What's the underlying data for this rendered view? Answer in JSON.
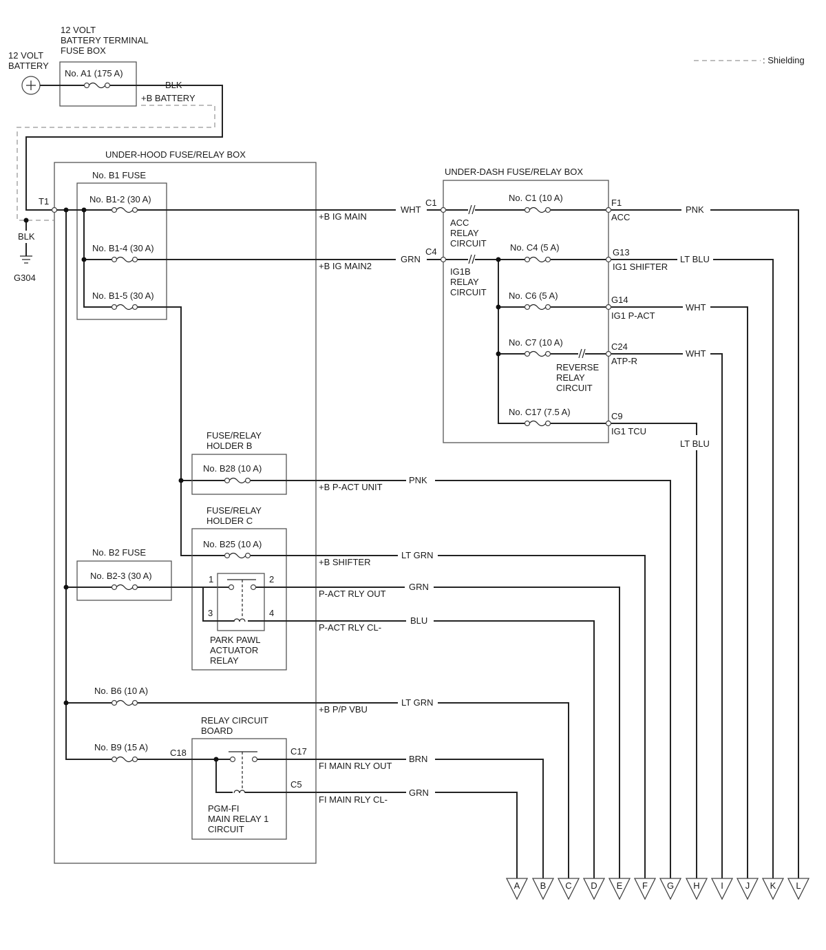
{
  "battery": {
    "label_line1": "12 VOLT",
    "label_line2": "BATTERY"
  },
  "terminal_box": {
    "line1": "12 VOLT",
    "line2": "BATTERY TERMINAL",
    "line3": "FUSE BOX",
    "fuse": "No. A1 (175 A)"
  },
  "battery_wire": {
    "color": "BLK",
    "circuit": "+B BATTERY"
  },
  "legend": {
    "shielding": ": Shielding"
  },
  "ground": {
    "wire_color": "BLK",
    "id": "G304"
  },
  "connector_t1": "T1",
  "underhood": {
    "title": "UNDER-HOOD FUSE/RELAY BOX",
    "b1_fuse_title": "No. B1 FUSE",
    "fuse_b1_2": "No. B1-2 (30 A)",
    "fuse_b1_4": "No. B1-4 (30 A)",
    "fuse_b1_5": "No. B1-5 (30 A)",
    "b2_fuse_title": "No. B2 FUSE",
    "fuse_b2_3": "No. B2-3 (30 A)",
    "holder_b_line1": "FUSE/RELAY",
    "holder_b_line2": "HOLDER B",
    "fuse_b28": "No. B28 (10 A)",
    "holder_c_line1": "FUSE/RELAY",
    "holder_c_line2": "HOLDER C",
    "fuse_b25": "No. B25 (10 A)",
    "relay_pins": [
      "1",
      "2",
      "3",
      "4"
    ],
    "park_pawl_line1": "PARK PAWL",
    "park_pawl_line2": "ACTUATOR",
    "park_pawl_line3": "RELAY",
    "fuse_b6": "No. B6 (10 A)",
    "relay_board_line1": "RELAY CIRCUIT",
    "relay_board_line2": "BOARD",
    "fuse_b9": "No. B9 (15 A)",
    "c18": "C18",
    "c17": "C17",
    "c5": "C5",
    "pgm_line1": "PGM-FI",
    "pgm_line2": "MAIN RELAY 1",
    "pgm_line3": "CIRCUIT"
  },
  "circuits": {
    "ig_main": "+B IG MAIN",
    "ig_main2": "+B IG MAIN2",
    "p_act_unit": "+B P-ACT UNIT",
    "shifter": "+B SHIFTER",
    "p_act_rly_out": "P-ACT RLY OUT",
    "p_act_rly_cl": "P-ACT RLY CL-",
    "pp_vbu": "+B P/P VBU",
    "fi_main_rly_out": "FI MAIN RLY OUT",
    "fi_main_rly_cl": "FI MAIN RLY CL-"
  },
  "wire_colors": {
    "ig_main": "WHT",
    "ig_main2": "GRN",
    "p_act_unit": "PNK",
    "shifter": "LT GRN",
    "p_act_rly_out": "GRN",
    "p_act_rly_cl": "BLU",
    "pp_vbu": "LT GRN",
    "fi_main_rly_out": "BRN",
    "fi_main_rly_cl": "GRN",
    "acc": "PNK",
    "ig1_shifter": "LT BLU",
    "ig1_p_act": "WHT",
    "atp_r": "WHT",
    "ig1_tcu": "LT BLU"
  },
  "underdash": {
    "title": "UNDER-DASH FUSE/RELAY BOX",
    "c1": "C1",
    "c4": "C4",
    "acc_relay_line1": "ACC",
    "acc_relay_line2": "RELAY",
    "acc_relay_line3": "CIRCUIT",
    "ig1b_relay_line1": "IG1B",
    "ig1b_relay_line2": "RELAY",
    "ig1b_relay_line3": "CIRCUIT",
    "fuse_c1": "No. C1 (10 A)",
    "fuse_c4": "No. C4 (5 A)",
    "fuse_c6": "No. C6 (5 A)",
    "fuse_c7": "No. C7 (10 A)",
    "fuse_c17": "No. C17 (7.5 A)",
    "reverse_line1": "REVERSE",
    "reverse_line2": "RELAY",
    "reverse_line3": "CIRCUIT",
    "f1": "F1",
    "f1_name": "ACC",
    "g13": "G13",
    "g13_name": "IG1 SHIFTER",
    "g14": "G14",
    "g14_name": "IG1 P-ACT",
    "c24": "C24",
    "c24_name": "ATP-R",
    "c9": "C9",
    "c9_name": "IG1 TCU"
  },
  "terminals": [
    "A",
    "B",
    "C",
    "D",
    "E",
    "F",
    "G",
    "H",
    "I",
    "J",
    "K",
    "L"
  ]
}
